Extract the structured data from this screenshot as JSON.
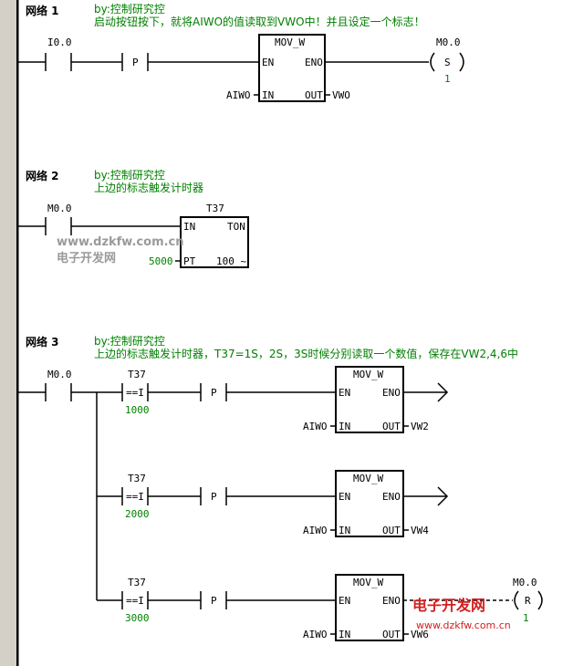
{
  "networks": [
    {
      "title": "网络 1",
      "comment_line1": "by:控制研究控",
      "comment_line2": "启动按钮按下，就将AIWO的值读取到VWO中！并且设定一个标志！",
      "contact": "I0.0",
      "p_label": "P",
      "box_name": "MOV_W",
      "en": "EN",
      "eno": "ENO",
      "in": "IN",
      "out": "OUT",
      "in_value": "AIWO",
      "out_value": "VWO",
      "coil_addr": "M0.0",
      "coil_type": "S",
      "coil_n": "1"
    },
    {
      "title": "网络 2",
      "comment_line1": "by:控制研究控",
      "comment_line2": "上边的标志触发计时器",
      "contact": "M0.0",
      "timer": "T37",
      "timer_in": "IN",
      "timer_type": "TON",
      "timer_pt": "PT",
      "timer_base": "100 ~",
      "pt_value": "5000"
    },
    {
      "title": "网络 3",
      "comment_line1": "by:控制研究控",
      "comment_line2": "上边的标志触发计时器，T37=1S，2S，3S时候分别读取一个数值，保存在VW2,4,6中",
      "contact": "M0.0",
      "branches": [
        {
          "timer": "T37",
          "cmp": "==I",
          "value": "1000",
          "p_label": "P",
          "box_name": "MOV_W",
          "en": "EN",
          "eno": "ENO",
          "in": "IN",
          "out": "OUT",
          "in_value": "AIWO",
          "out_value": "VW2"
        },
        {
          "timer": "T37",
          "cmp": "==I",
          "value": "2000",
          "p_label": "P",
          "box_name": "MOV_W",
          "en": "EN",
          "eno": "ENO",
          "in": "IN",
          "out": "OUT",
          "in_value": "AIWO",
          "out_value": "VW4"
        },
        {
          "timer": "T37",
          "cmp": "==I",
          "value": "3000",
          "p_label": "P",
          "box_name": "MOV_W",
          "en": "EN",
          "eno": "ENO",
          "in": "IN",
          "out": "OUT",
          "in_value": "AIWO",
          "out_value": "VW6",
          "coil_addr": "M0.0",
          "coil_type": "R",
          "coil_n": "1"
        }
      ]
    }
  ],
  "watermark1": {
    "line1": "www.dzkfw.com.cn",
    "line2": "电子开发网"
  },
  "watermark2": {
    "line1": "电子开发网",
    "line2": "www.dzkfw.com.cn"
  }
}
